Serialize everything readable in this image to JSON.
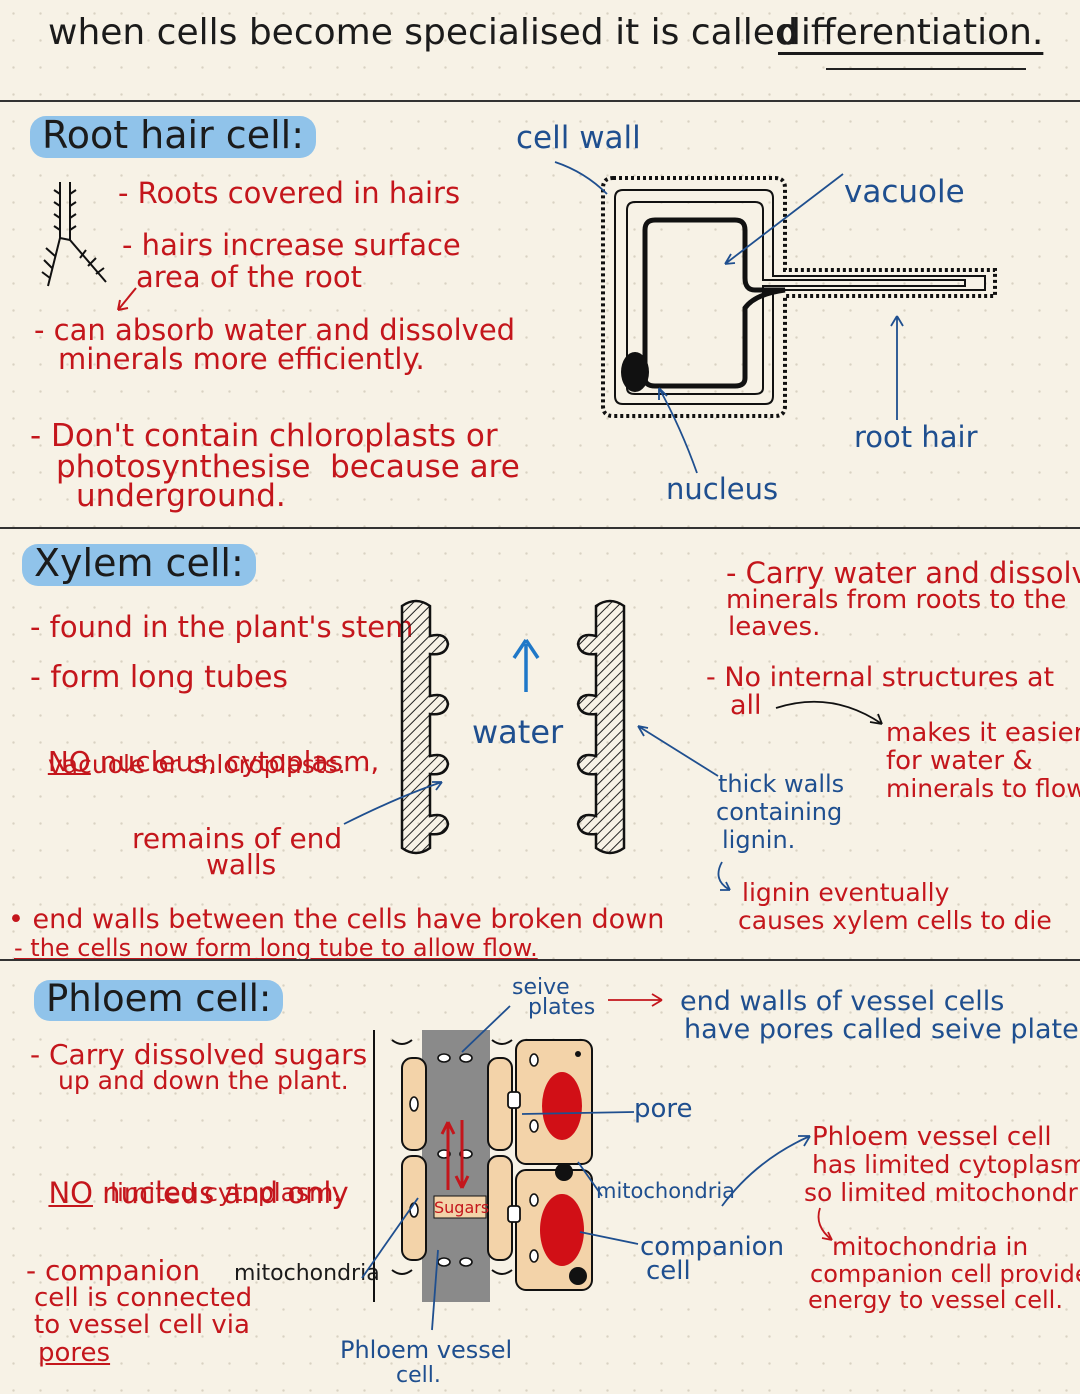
{
  "title": {
    "text": "when cells become specialised it is called",
    "term": "differentiation."
  },
  "root": {
    "heading": "Root hair cell:",
    "point1": "- Roots covered in hairs",
    "point2a": "- hairs increase surface",
    "point2b": "area of the root",
    "point3a": "- can absorb water and dissolved",
    "point3b": "minerals more efficiently.",
    "point4a": "- Don't contain chloroplasts or",
    "point4b": "photosynthesise  because are",
    "point4c": "underground.",
    "labels": {
      "cell_wall": "cell wall",
      "vacuole": "vacuole",
      "root_hair": "root hair",
      "nucleus": "nucleus"
    }
  },
  "xylem": {
    "heading": "Xylem cell:",
    "point1": "- found in the plant's stem",
    "point2": "- form long tubes",
    "point3_no": "NO",
    "point3a": " nucleus, cytoplasm,",
    "point3b": "vacuole or chloroplasts.",
    "label_end_walls_a": "remains of end",
    "label_end_walls_b": "walls",
    "label_water": "water",
    "right1a": "- Carry water and dissolved",
    "right1b": "minerals from roots to the",
    "right1c": "leaves.",
    "right2a": "- No internal structures at",
    "right2b": "all",
    "right3a": "makes it easier",
    "right3b": "for water &",
    "right3c": "minerals to flow",
    "thick_a": "thick walls",
    "thick_b": "containing",
    "thick_c": "lignin.",
    "lignin_a": "lignin eventually",
    "lignin_b": "causes xylem cells to die",
    "bullet1": "• end walls between the cells have broken down",
    "bullet2": "- the cells now form long tube to allow flow."
  },
  "phloem": {
    "heading": "Phloem cell:",
    "point1a": "- Carry dissolved sugars",
    "point1b": "up and down the plant.",
    "point2_no": "NO",
    "point2a": " nucleus and only",
    "point2b": "limited cytoplasm.",
    "point3a": "- companion",
    "point3b": "cell is connected",
    "point3c": "to vessel cell via",
    "point3d": "pores",
    "label_mito_left": "mitochondria",
    "label_sieve_a": "seive",
    "label_sieve_b": "plates",
    "label_pore": "pore",
    "label_mito_right": "mitochondria",
    "label_companion_a": "companion",
    "label_companion_b": "cell",
    "label_vessel_a": "Phloem vessel",
    "label_vessel_b": "cell.",
    "label_sugars": "Sugars",
    "endwalls_a": "end walls of vessel cells",
    "endwalls_b": "have pores called seive plates",
    "vessel_a": "Phloem vessel cell",
    "vessel_b": "has limited cytoplasm",
    "vessel_c": "so limited mitochondria",
    "mito_a": "mitochondria in",
    "mito_b": "companion cell provides",
    "mito_c": "energy to vessel cell."
  },
  "colors": {
    "highlight": "#90c3ea",
    "red": "#c4161c",
    "blue": "#1f4f8f",
    "ink": "#1b1b1b"
  }
}
